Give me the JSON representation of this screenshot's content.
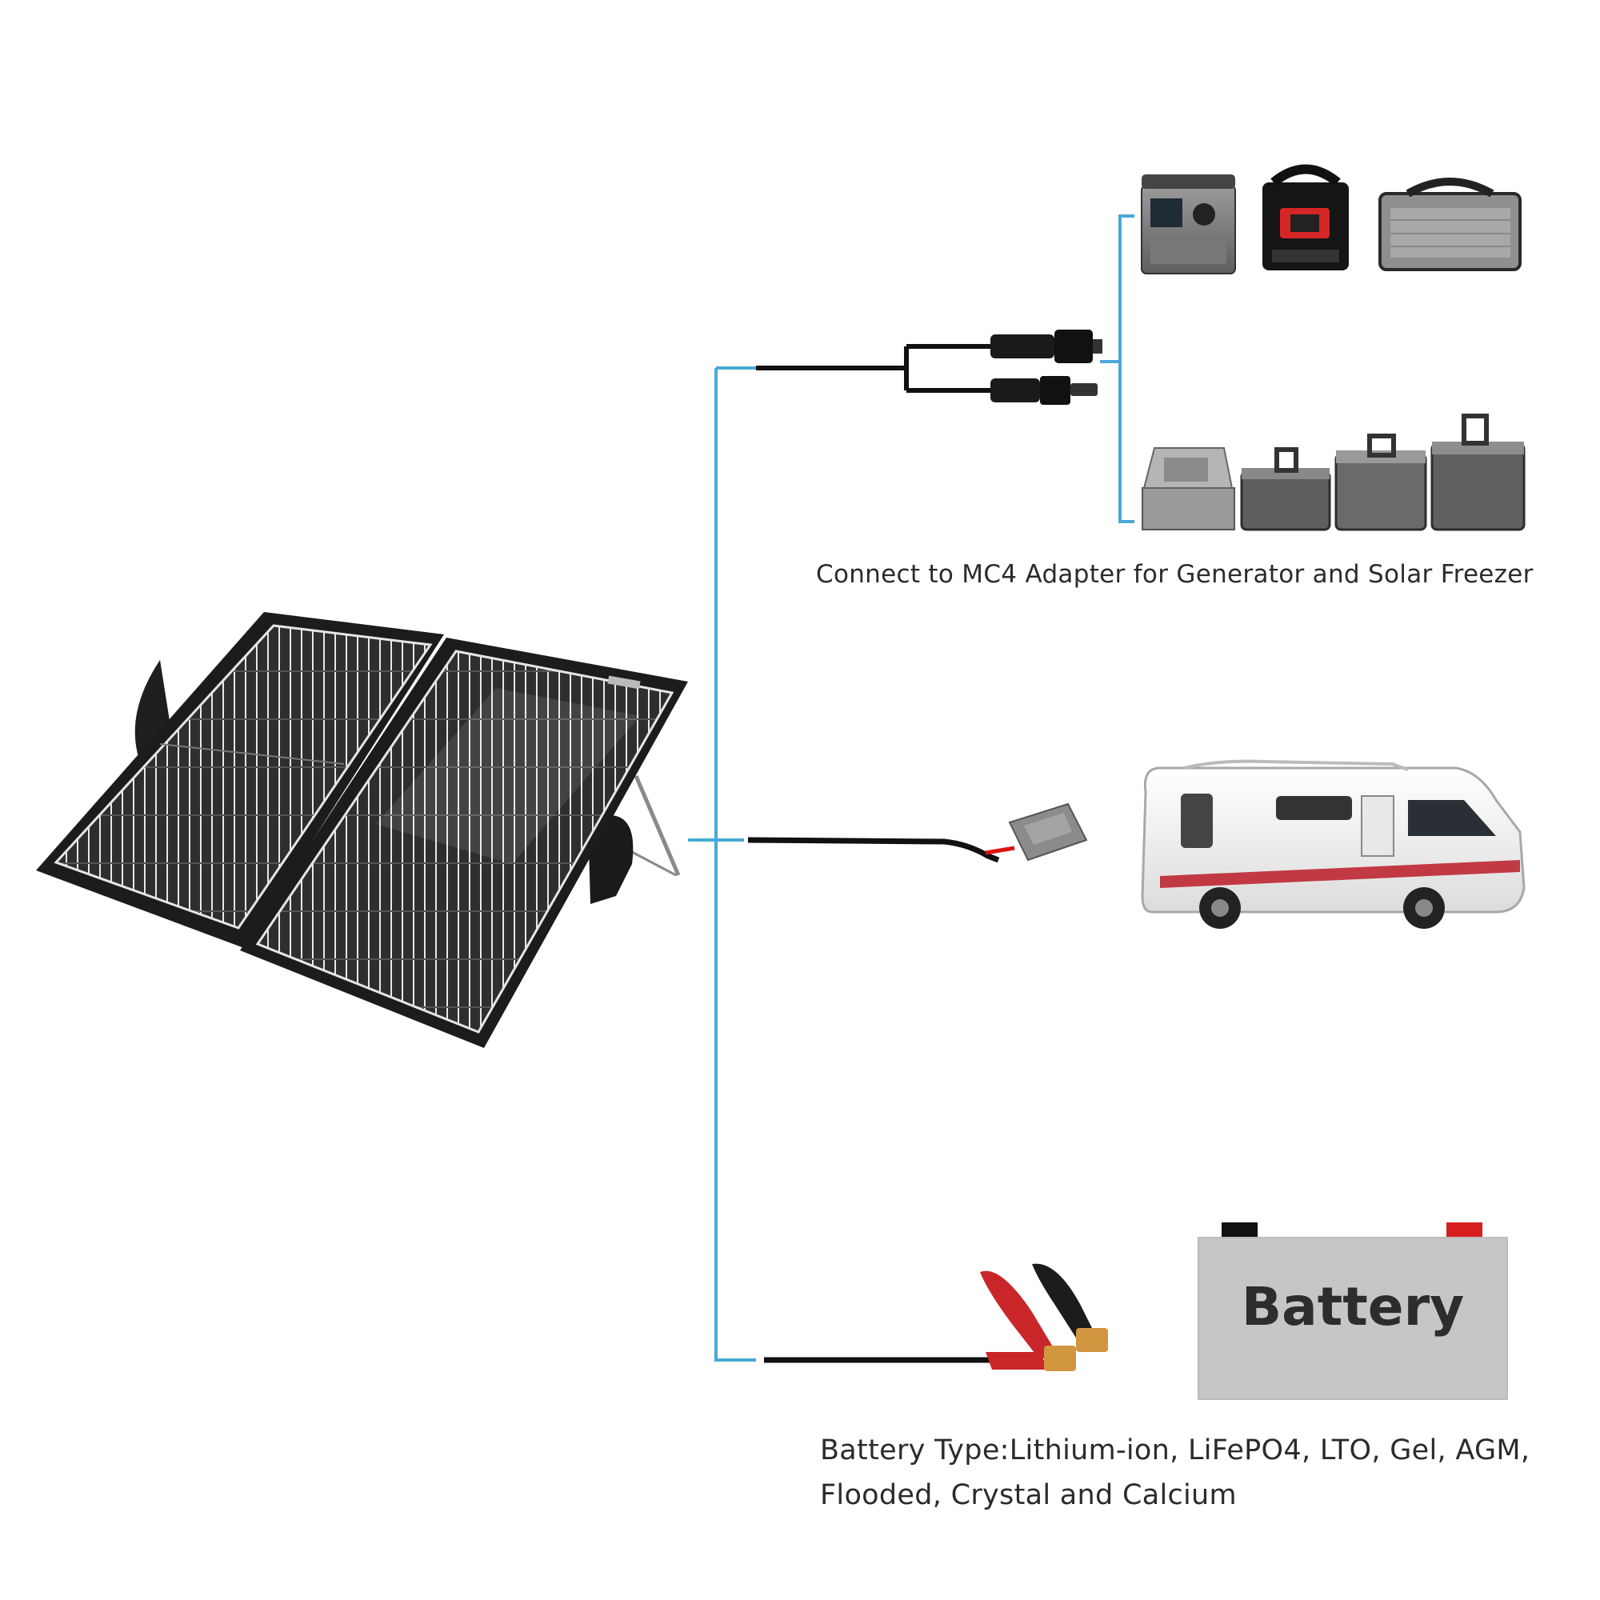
{
  "captions": {
    "mc4_adapter": "Connect to MC4 Adapter for Generator and Solar Freezer",
    "battery_types_line1": "Battery Type:Lithium-ion, LiFePO4, LTO, Gel, AGM,",
    "battery_types_line2": "Flooded, Crystal and Calcium"
  },
  "battery": {
    "label": "Battery"
  },
  "colors": {
    "connector_line": "#4aa8d8",
    "cable": "#111111",
    "panel_frame": "#1c1c1c",
    "panel_cell": "#2f2f2f",
    "battery_body": "#c6c6c6",
    "terminal_negative": "#111111",
    "terminal_positive": "#d71f1f",
    "clamp_red": "#c9262a",
    "clamp_black": "#1c1c1c",
    "copper": "#d29540"
  }
}
